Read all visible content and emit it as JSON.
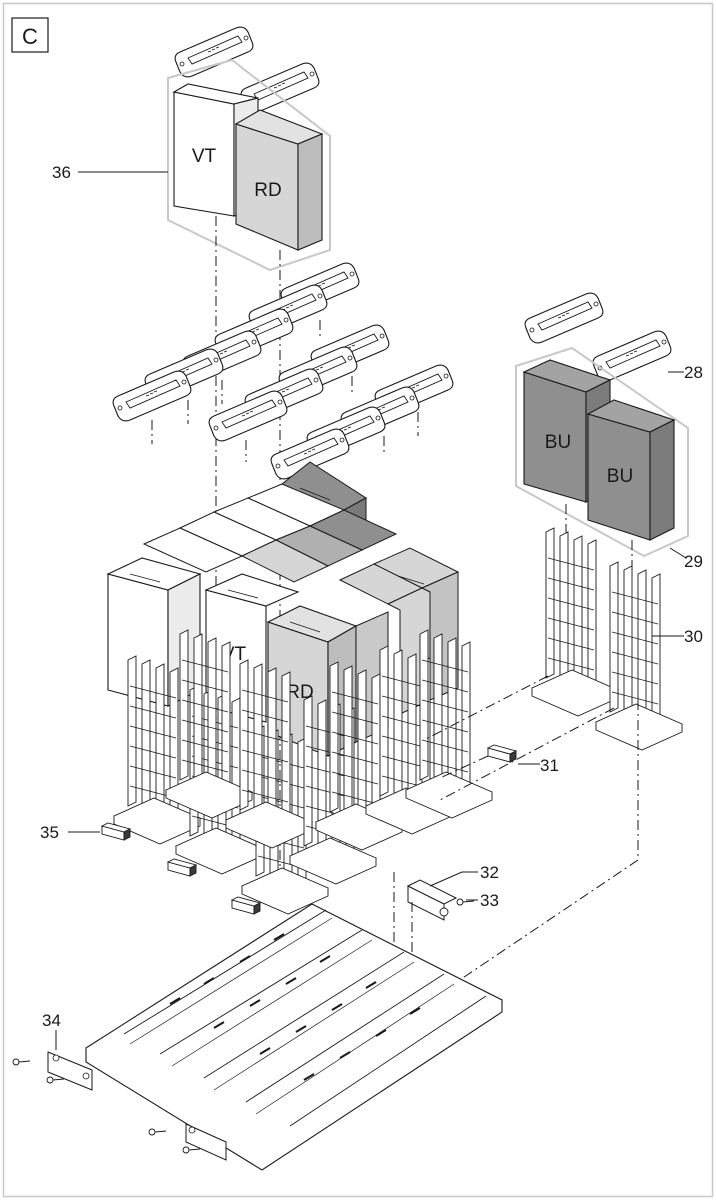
{
  "panel_tag": "C",
  "callouts": [
    "36",
    "28",
    "29",
    "30",
    "31",
    "32",
    "33",
    "34",
    "35"
  ],
  "box_labels": {
    "top_white": "VT",
    "top_grey": "RD",
    "mid_white": "VT",
    "mid_grey": "RD",
    "bu_left": "BU",
    "bu_right": "BU"
  },
  "colors": {
    "light_grey": "#d6d6d6",
    "mid_grey": "#b0b0b0",
    "dark_grey": "#8f8f8f",
    "outline": "#1a1a1a",
    "frame": "#c8c8c8"
  }
}
